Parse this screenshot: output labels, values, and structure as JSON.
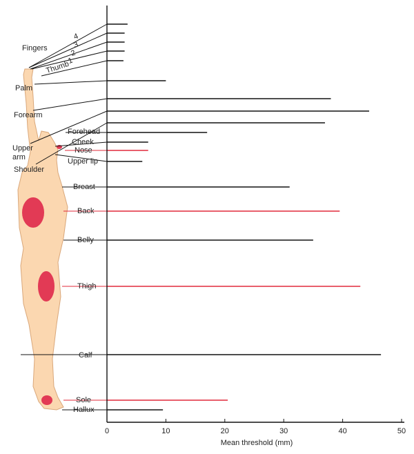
{
  "chart_data": {
    "type": "bar",
    "orientation": "horizontal",
    "title": "",
    "xlabel": "Mean threshold (mm)",
    "ylabel": "",
    "xlim": [
      0,
      50
    ],
    "xticks": [
      0,
      10,
      20,
      30,
      40,
      50
    ],
    "grid": false,
    "legend": "none",
    "colors": {
      "default": "#111111",
      "highlight": "#e0283a",
      "skin": "#fbd7b0",
      "skin_outline": "#d9a77a",
      "patch": "#e23a55"
    },
    "categories": [
      "4",
      "3",
      "2",
      "1",
      "Thumb",
      "Palm",
      "Forearm",
      "Upper arm",
      "Shoulder",
      "Forehead",
      "Cheek",
      "Nose",
      "Upper lip",
      "Breast",
      "Back",
      "Belly",
      "Thigh",
      "Calf",
      "Sole",
      "Hallux"
    ],
    "group_labels": [
      {
        "label": "Fingers",
        "members": [
          "4",
          "3",
          "2",
          "1"
        ]
      }
    ],
    "values": [
      3.5,
      3.0,
      3.0,
      3.0,
      2.8,
      10,
      38,
      44.5,
      37,
      17,
      7,
      7,
      6,
      31,
      39.5,
      35,
      43,
      46.5,
      20.5,
      9.5
    ],
    "highlighted": [
      "Nose",
      "Back",
      "Thigh",
      "Sole"
    ]
  }
}
